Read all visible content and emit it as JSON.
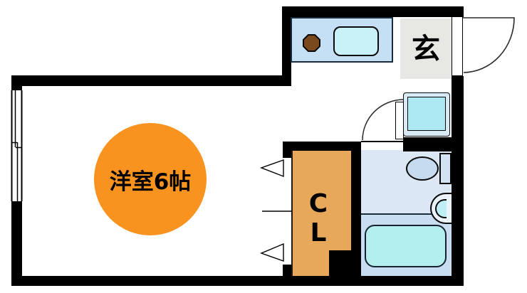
{
  "floorplan": {
    "western_room": {
      "label": "洋室6帖",
      "highlight_color": "#F7931E"
    },
    "entrance": {
      "label": "玄",
      "floor_color": "#E7E7E4"
    },
    "closet": {
      "letters": [
        "C",
        "L"
      ],
      "fill_color": "#E8A85A"
    },
    "kitchen": {
      "counter_color": "#C5DFF5",
      "sink_color": "#C9F2F8",
      "burner_color": "#7A491E"
    },
    "laundry": {
      "pan_outer_color": "#D8EAF6",
      "pan_inner_color": "#ADE9F2"
    },
    "bathroom": {
      "floor_upper_color": "#DBE7F5",
      "floor_lower_color": "#C9DDF0",
      "toilet_bowl_color": "#C7DBF0",
      "toilet_tank_color": "#D3E2F2",
      "washbasin_outer_color": "#EAF2FA",
      "washbasin_bowl_color": "#BFEFF5",
      "bathtub_color": "#B3EFEF"
    },
    "wall_color": "#000000"
  }
}
